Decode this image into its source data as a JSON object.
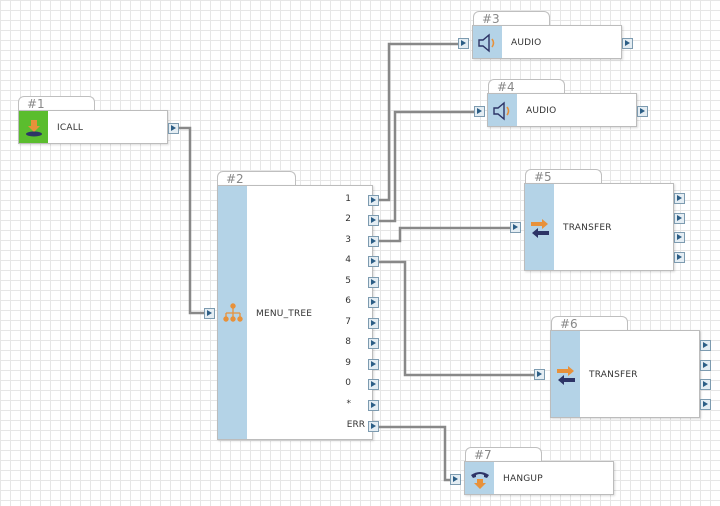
{
  "canvas": {
    "name": "ivr-flow-editor"
  },
  "nodes": {
    "n1": {
      "id": "#1",
      "label": "ICALL",
      "icon": "incoming-call-icon"
    },
    "n2": {
      "id": "#2",
      "label": "MENU_TREE",
      "icon": "tree-icon",
      "ports": [
        "1",
        "2",
        "3",
        "4",
        "5",
        "6",
        "7",
        "8",
        "9",
        "0",
        "*",
        "ERR"
      ]
    },
    "n3": {
      "id": "#3",
      "label": "AUDIO",
      "icon": "speaker-icon"
    },
    "n4": {
      "id": "#4",
      "label": "AUDIO",
      "icon": "speaker-icon"
    },
    "n5": {
      "id": "#5",
      "label": "TRANSFER",
      "icon": "transfer-arrows-icon"
    },
    "n6": {
      "id": "#6",
      "label": "TRANSFER",
      "icon": "transfer-arrows-icon"
    },
    "n7": {
      "id": "#7",
      "label": "HANGUP",
      "icon": "hangup-phone-icon"
    }
  },
  "colors": {
    "wire": "#888888",
    "green_strip": "#5bbd2e",
    "blue_strip": "#b4d3e7",
    "arrow_orange": "#e8913a",
    "arrow_navy": "#2d3466",
    "port_arrow": "#2c5e86"
  }
}
